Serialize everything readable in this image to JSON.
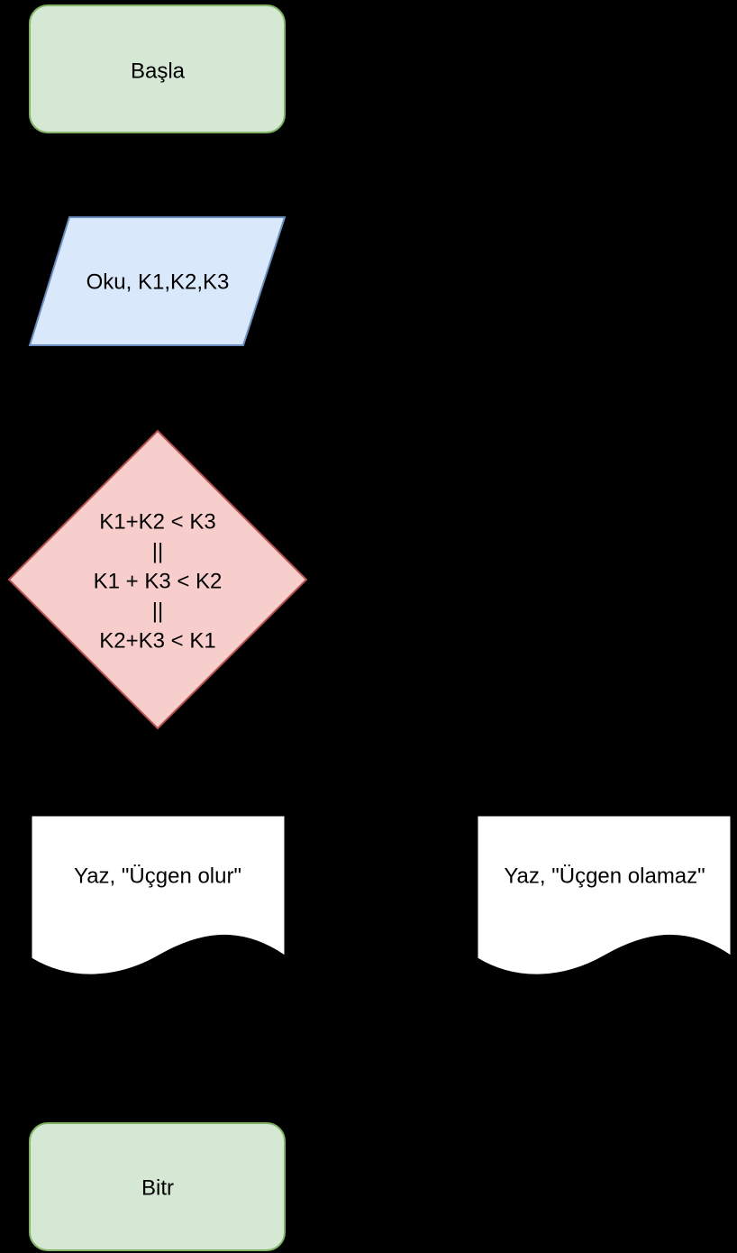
{
  "flowchart": {
    "start": {
      "label": "Başla"
    },
    "input": {
      "label": "Oku, K1,K2,K3"
    },
    "decision": {
      "lines": [
        "K1+K2 < K3",
        "||",
        "K1 + K3 < K2",
        "||",
        "K2+K3 < K1"
      ]
    },
    "output_true": {
      "label": "Yaz, \"Üçgen olur\""
    },
    "output_false": {
      "label": "Yaz, \"Üçgen olamaz\""
    },
    "end": {
      "label": "Bitr"
    }
  },
  "colors": {
    "background": "#000000",
    "terminal_fill": "#d5e8d4",
    "terminal_stroke": "#82b366",
    "input_fill": "#dae8fc",
    "input_stroke": "#6c8ebf",
    "decision_fill": "#f8cecc",
    "decision_stroke": "#b85450",
    "document_fill": "#ffffff",
    "document_stroke": "#000000"
  }
}
